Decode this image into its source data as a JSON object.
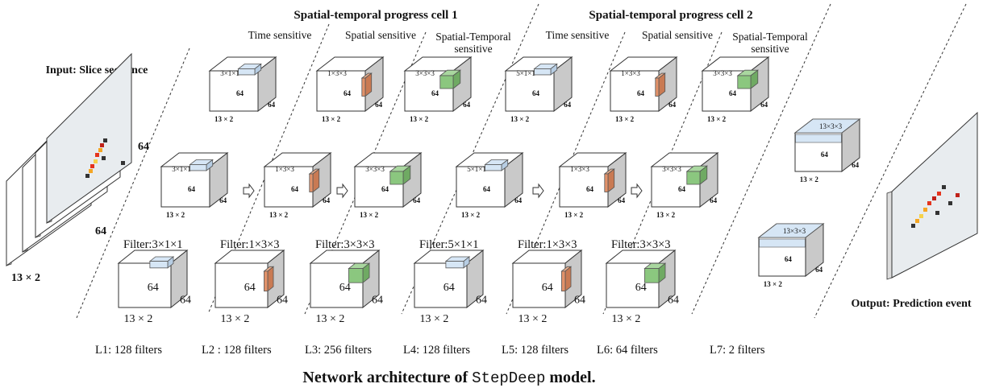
{
  "colors": {
    "time_filter": "#d6e6f5",
    "spatial_filter": "#e2926a",
    "st_filter": "#8bc77f",
    "side_face": "#c9c9c9",
    "map_bg": "#e8ecef"
  },
  "headers": {
    "cell1": "Spatial-temporal progress cell 1",
    "cell2": "Spatial-temporal progress cell 2",
    "time_sensitive": "Time sensitive",
    "spatial_sensitive": "Spatial sensitive",
    "st_sensitive_1": "Spatial-Temporal",
    "st_sensitive_2": "sensitive"
  },
  "input": {
    "title": "Input: Slice sequence",
    "dim_64_a": "64",
    "dim_64_b": "64",
    "dim_13x2": "13 × 2"
  },
  "output": {
    "title": "Output: Prediction event",
    "filter_label": "13×3×3",
    "dim_64": "64",
    "dim_13x2": "13 × 2"
  },
  "layers": [
    {
      "label": "L1: 128 filters",
      "filter": "Filter:3×1×1",
      "small": "3×1×1"
    },
    {
      "label": "L2 : 128 filters",
      "filter": "Filter:1×3×3",
      "small": "1×3×3"
    },
    {
      "label": "L3: 256  filters",
      "filter": "Filter:3×3×3",
      "small": "3×3×3"
    },
    {
      "label": "L4: 128 filters",
      "filter": "Filter:5×1×1",
      "small": "5×1×1"
    },
    {
      "label": "L5: 128  filters",
      "filter": "Filter:1×3×3",
      "small": "1×3×3"
    },
    {
      "label": "L6: 64  filters",
      "filter": "Filter:3×3×3",
      "small": "3×3×3"
    },
    {
      "label": "L7: 2 filters"
    }
  ],
  "cube_dims": {
    "depth": "64",
    "width": "64",
    "base": "13 × 2"
  },
  "caption": {
    "prefix": "Network architecture of ",
    "model": "StepDeep",
    "suffix": " model."
  }
}
